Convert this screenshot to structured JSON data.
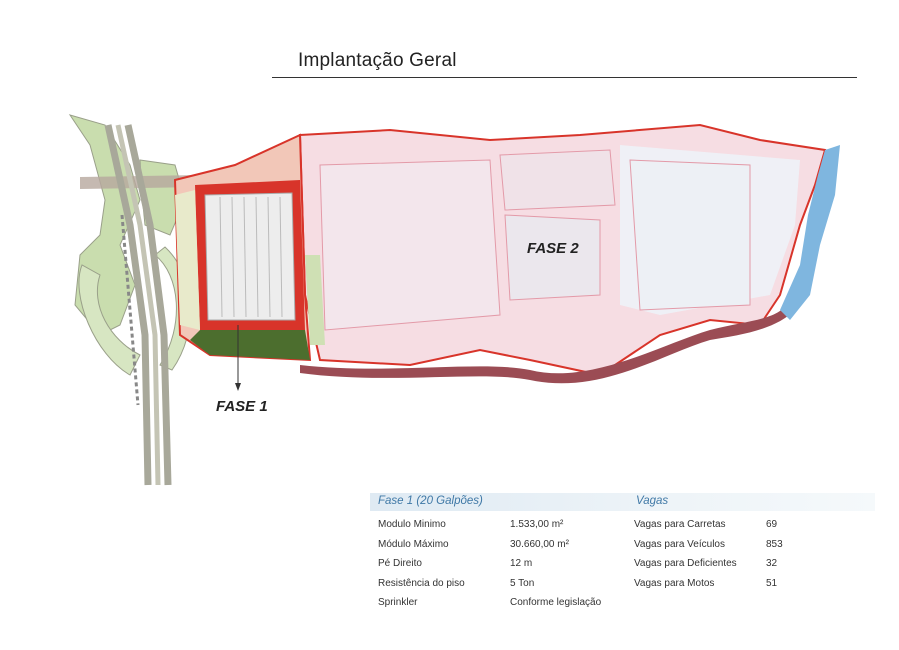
{
  "page_title": "Implantação Geral",
  "map": {
    "phase1_label": "FASE 1",
    "phase2_label": "FASE 2"
  },
  "fase1": {
    "heading": "Fase 1 (20 Galpões)",
    "rows": [
      {
        "label": "Modulo Minimo",
        "value": "1.533,00 m²"
      },
      {
        "label": "Módulo Máximo",
        "value": "30.660,00 m²"
      },
      {
        "label": "Pé Direito",
        "value": "12 m"
      },
      {
        "label": "Resistência do piso",
        "value": "5 Ton"
      },
      {
        "label": "Sprinkler",
        "value": "Conforme legislação"
      }
    ]
  },
  "vagas": {
    "heading": "Vagas",
    "rows": [
      {
        "label": "Vagas para Carretas",
        "value": "69"
      },
      {
        "label": "Vagas para Veículos",
        "value": "853"
      },
      {
        "label": "Vagas para Deficientes",
        "value": "32"
      },
      {
        "label": "Vagas para Motos",
        "value": "51"
      }
    ]
  },
  "colors": {
    "heading_blue": "#3f78a6",
    "phase1_red": "#d8342a",
    "phase2_pink": "#f3c6d0",
    "vegetation_green": "#b9d69a",
    "water_blue": "#7fb6df"
  }
}
